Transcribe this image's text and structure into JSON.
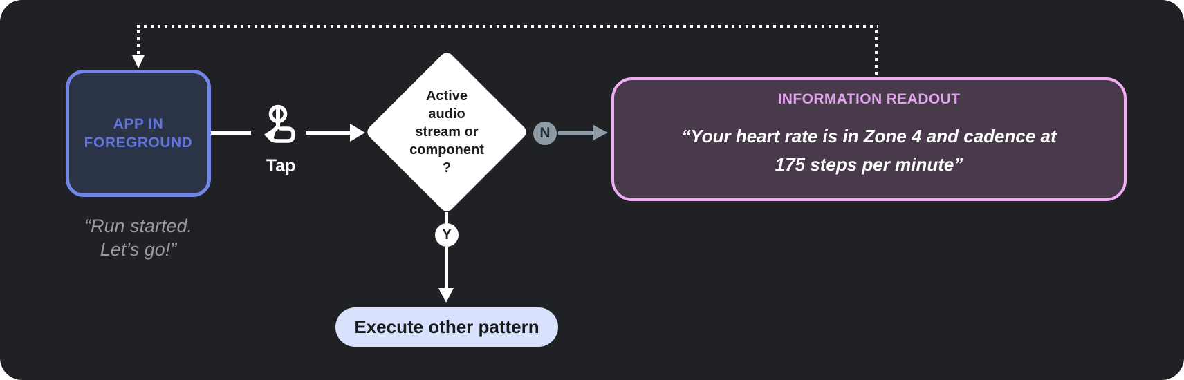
{
  "colors": {
    "canvas-bg": "#202124",
    "app-border": "#7186E7",
    "app-fill": "#2B3447",
    "app-text": "#6175DC",
    "caption-text": "#9B9B9B",
    "line-white": "#FFFFFF",
    "diamond-fill": "#FFFFFF",
    "diamond-text": "#1C1C1E",
    "no-accent": "#8C9BA5",
    "no-text": "#23292E",
    "readout-border": "#F1ADF3",
    "readout-fill": "#483A4A",
    "readout-title": "#E2A4EC",
    "readout-text": "#FFFFFF",
    "yes-fill": "#FFFFFF",
    "yes-text": "#1C1C1E",
    "pill-bg": "#D9E2FC",
    "pill-text": "#17191C"
  },
  "nodes": {
    "app": {
      "label": "APP IN\nFOREGROUND",
      "caption": "“Run started.\nLet’s go!”"
    },
    "tap": {
      "label": "Tap"
    },
    "decision": {
      "label": "Active\naudio\nstream or\ncomponent\n?"
    },
    "no_branch": {
      "label": "N"
    },
    "yes_branch": {
      "label": "Y"
    },
    "readout": {
      "title": "INFORMATION READOUT",
      "quote": "“Your heart rate is in Zone 4 and cadence at\n175 steps per minute”"
    },
    "execute": {
      "label": "Execute other pattern"
    }
  }
}
